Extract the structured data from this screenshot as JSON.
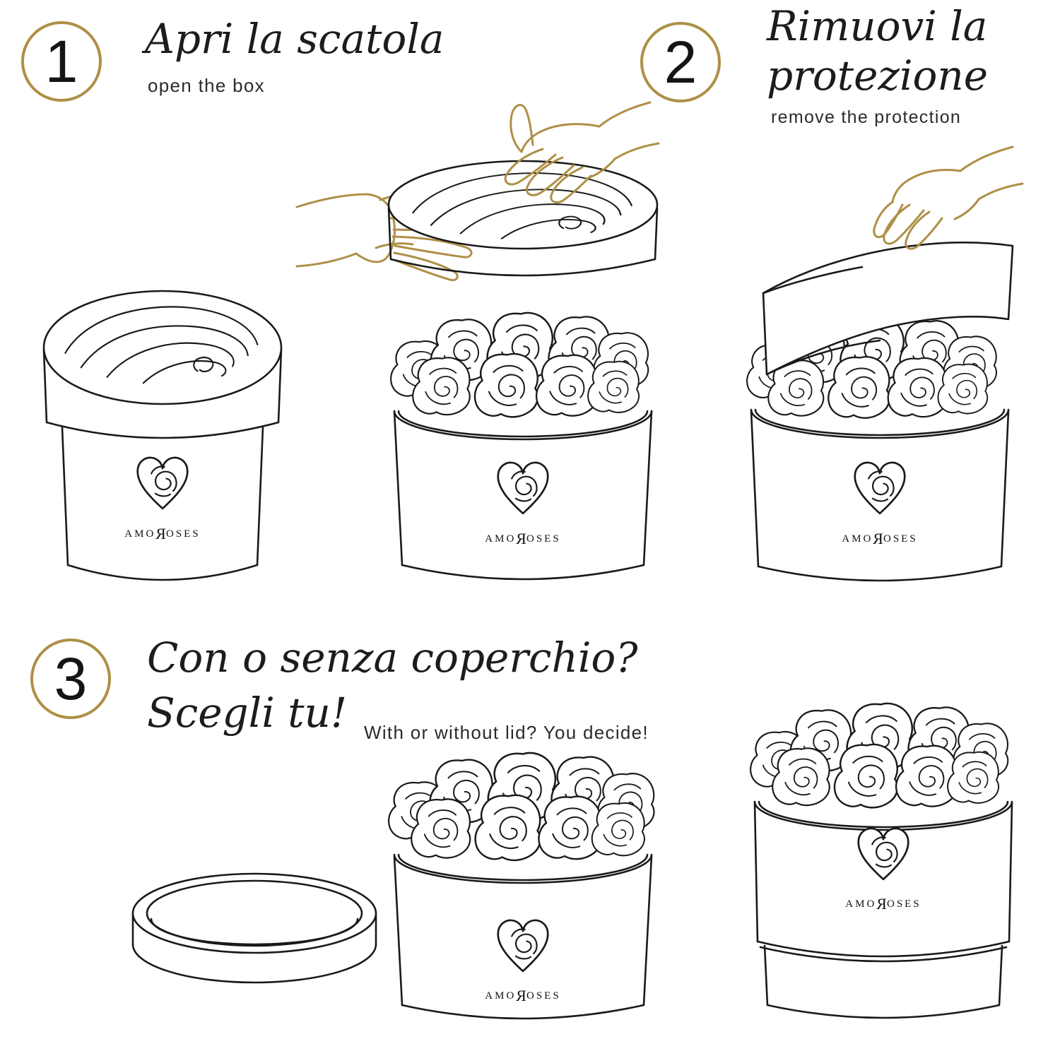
{
  "colors": {
    "gold": "#ae8f46",
    "ink": "#1a1a1a",
    "background": "#ffffff"
  },
  "steps": {
    "step1": {
      "number": "1",
      "title": "Apri la scatola",
      "subtitle": "open the box"
    },
    "step2": {
      "number": "2",
      "title_line1": "Rimuovi la",
      "title_line2": "protezione",
      "subtitle": "remove the protection"
    },
    "step3": {
      "number": "3",
      "title_line1": "Con o senza coperchio?",
      "title_line2": "Scegli tu!",
      "subtitle": "With or without lid?  You decide!"
    }
  },
  "brand": {
    "logo_prefix": "AMO",
    "logo_r": "R",
    "logo_suffix": "OSES"
  }
}
